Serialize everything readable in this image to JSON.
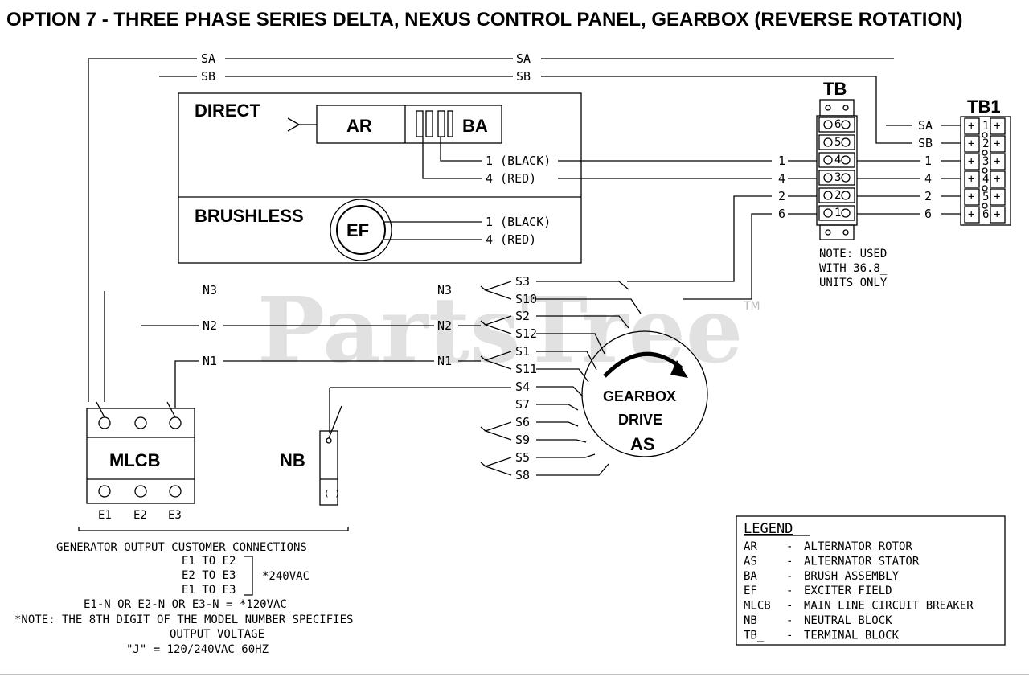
{
  "title": "OPTION 7 - THREE PHASE SERIES DELTA, NEXUS CONTROL PANEL, GEARBOX (REVERSE ROTATION)",
  "watermark": "PartsTree",
  "watermark_tm": "TM",
  "direct_box": {
    "label": "DIRECT",
    "ar": "AR",
    "ba": "BA",
    "wire1": "1 (BLACK)",
    "wire4": "4 (RED)"
  },
  "brushless_box": {
    "label": "BRUSHLESS",
    "ef": "EF",
    "wire1": "1 (BLACK)",
    "wire4": "4 (RED)"
  },
  "top_wires": {
    "sa1": "SA",
    "sa2": "SA",
    "sb1": "SB",
    "sb2": "SB"
  },
  "tb": {
    "label": "TB",
    "terminals": [
      "6",
      "5",
      "4",
      "3",
      "2",
      "1"
    ],
    "wire_labels": [
      "1",
      "4",
      "2",
      "6"
    ],
    "note": [
      "NOTE: USED",
      "WITH 36.8_",
      "UNITS ONLY"
    ]
  },
  "tb1": {
    "label": "TB1",
    "terminals": [
      "1",
      "2",
      "3",
      "4",
      "5",
      "6"
    ],
    "wire_labels": [
      "SA",
      "SB",
      "1",
      "4",
      "2",
      "6"
    ]
  },
  "neutrals_left": [
    "N3",
    "N2",
    "N1"
  ],
  "neutrals_right": [
    "N3",
    "N2",
    "N1"
  ],
  "stator_leads": [
    "S3",
    "S10",
    "S2",
    "S12",
    "S1",
    "S11",
    "S4",
    "S7",
    "S6",
    "S9",
    "S5",
    "S8"
  ],
  "gearbox": {
    "line1": "GEARBOX",
    "line2": "DRIVE",
    "line3": "AS"
  },
  "mlcb": {
    "label": "MLCB",
    "outputs": [
      "E1",
      "E2",
      "E3"
    ]
  },
  "nb": {
    "label": "NB"
  },
  "customer_connections": {
    "heading": "GENERATOR OUTPUT CUSTOMER CONNECTIONS",
    "pairs": [
      "E1 TO E2",
      "E2 TO E3",
      "E1 TO E3"
    ],
    "voltage_240": "*240VAC",
    "line_120": "E1-N OR E2-N OR E3-N = *120VAC",
    "note1": "*NOTE: THE 8TH DIGIT OF THE MODEL NUMBER SPECIFIES",
    "note2": "OUTPUT VOLTAGE",
    "note3": "\"J\" = 120/240VAC 60HZ"
  },
  "legend": {
    "title": "LEGEND",
    "items": [
      {
        "code": "AR",
        "desc": "ALTERNATOR ROTOR"
      },
      {
        "code": "AS",
        "desc": "ALTERNATOR STATOR"
      },
      {
        "code": "BA",
        "desc": "BRUSH ASSEMBLY"
      },
      {
        "code": "EF",
        "desc": "EXCITER FIELD"
      },
      {
        "code": "MLCB",
        "desc": "MAIN LINE CIRCUIT BREAKER"
      },
      {
        "code": "NB",
        "desc": "NEUTRAL BLOCK"
      },
      {
        "code": "TB_",
        "desc": "TERMINAL BLOCK"
      }
    ]
  }
}
